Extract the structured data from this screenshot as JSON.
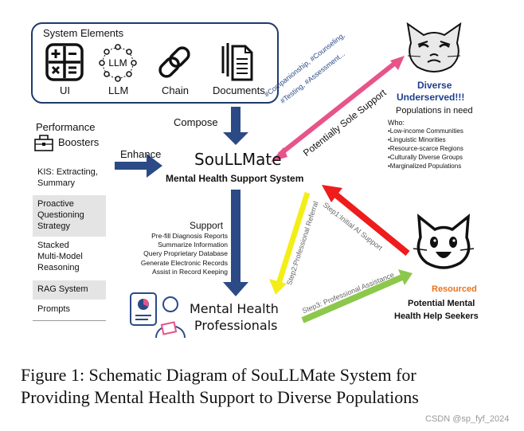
{
  "system_elements": {
    "title": "System Elements",
    "items": [
      {
        "label": "UI",
        "icon": "calculator-icon"
      },
      {
        "label": "LLM",
        "icon": "llm-network-icon",
        "icon_text": "LLM"
      },
      {
        "label": "Chain",
        "icon": "chain-link-icon"
      },
      {
        "label": "Documents",
        "icon": "documents-icon"
      }
    ]
  },
  "compose_label": "Compose",
  "enhance_label": "Enhance",
  "center": {
    "title": "SouLLMate",
    "subtitle": "Mental Health Support System"
  },
  "boosters": {
    "title_line1": "Performance",
    "title_line2": "Boosters",
    "items": [
      {
        "line1": "KIS: Extracting,",
        "line2": "Summary"
      },
      {
        "line1": "Proactive",
        "line2": "Questioning",
        "line3": "Strategy"
      },
      {
        "line1": "Stacked",
        "line2": "Multi-Model",
        "line3": "Reasoning"
      },
      {
        "line1": "RAG System"
      },
      {
        "line1": "Prompts"
      }
    ]
  },
  "support": {
    "title": "Support",
    "items": [
      "Pre-fill Diagnosis Reports",
      "Summarize Information",
      "Query Proprietary Database",
      "Generate Electronic Records",
      "Assist in Record Keeping"
    ]
  },
  "professionals": {
    "line1": "Mental Health",
    "line2": "Professionals"
  },
  "diverse": {
    "line1": "Diverse",
    "line2": "Underserved!!!",
    "line3": "Populations in need",
    "who_label": "Who:",
    "who_items": [
      "•Low-income Communities",
      "•Linguistic Minorities",
      "•Resource-scarce Regions",
      "•Culturally Diverse Groups",
      "•Marginalized Populations"
    ]
  },
  "pink_arrow": {
    "tags_line1": "#Companionship, #Counseling,",
    "tags_line2": "#Testing, #Assessment...",
    "main": "Potentially Sole Support"
  },
  "steps": {
    "step1": "Step1:Initial AI Support",
    "step2": "Step2:Professional Referral",
    "step3": "Step3: Professional Assistance"
  },
  "resourced": {
    "line1": "Resourced",
    "line2": "Potential Mental",
    "line3": "Health Help Seekers"
  },
  "caption": {
    "line1": "Figure 1:  Schematic Diagram of SouLLMate System for",
    "line2": "Providing Mental Health Support to Diverse Populations"
  },
  "watermark": "CSDN @sp_fyf_2024",
  "colors": {
    "navy": "#2b4a86",
    "pink": "#e7548a",
    "red": "#ee1c1c",
    "yellow": "#f3ee18",
    "green": "#8cc84b",
    "resourced_orange": "#e8731e",
    "underserved_blue": "#1e3f8c"
  }
}
